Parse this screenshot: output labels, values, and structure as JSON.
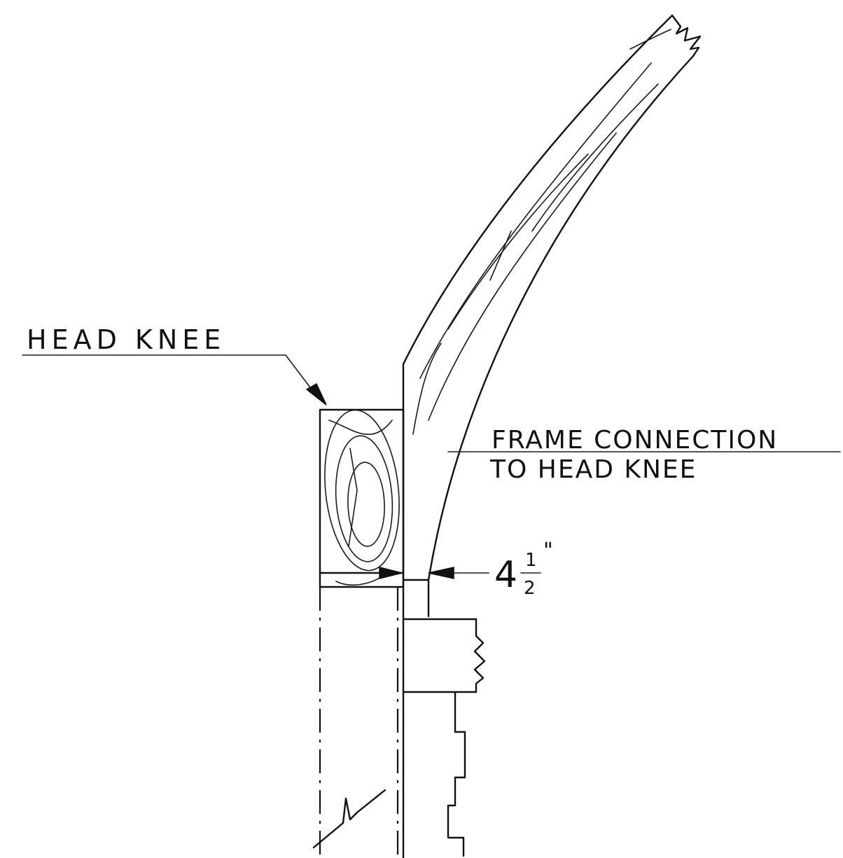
{
  "labels": {
    "head_knee": "HEAD KNEE",
    "frame_connection_line1": "FRAME CONNECTION",
    "frame_connection_line2": "TO HEAD KNEE"
  },
  "dimension": {
    "whole": "4",
    "numerator": "1",
    "denominator": "2",
    "unit_mark": "\""
  },
  "colors": {
    "ink": "#111111",
    "paper": "#ffffff"
  }
}
